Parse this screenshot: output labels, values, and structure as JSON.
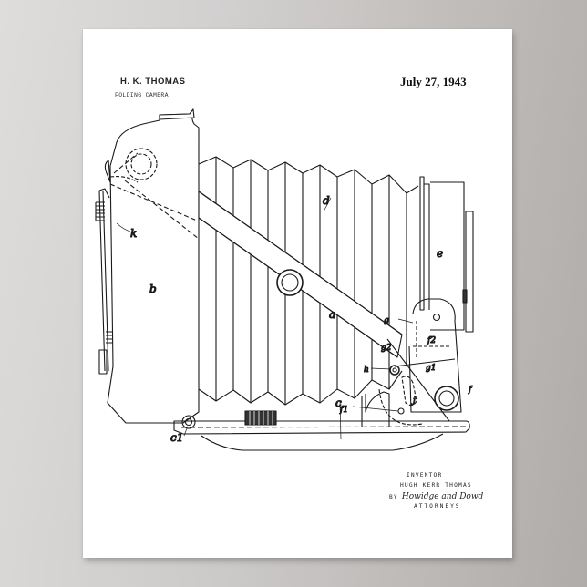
{
  "poster": {
    "inventor": "H. K. THOMAS",
    "title": "FOLDING CAMERA",
    "date": "July 27, 1943",
    "signature": {
      "inventor_label": "INVENTOR",
      "inventor_full_name": "HUGH KERR THOMAS",
      "by_label": "BY",
      "attorneys_signature": "Howidge and Dowd",
      "attorneys_label": "ATTORNEYS"
    },
    "figure_labels": {
      "a": "a",
      "b": "b",
      "c": "c",
      "c1": "c1",
      "d": "d",
      "e": "e",
      "f": "f",
      "f1": "f1",
      "f2": "f2",
      "g": "g",
      "g1": "g1",
      "g2": "g2",
      "h": "h",
      "j": "j",
      "k": "k"
    }
  },
  "colors": {
    "wall_left": "#dcdbda",
    "wall_right": "#b3afad",
    "paper": "#ffffff",
    "ink": "#1a1a1a"
  }
}
